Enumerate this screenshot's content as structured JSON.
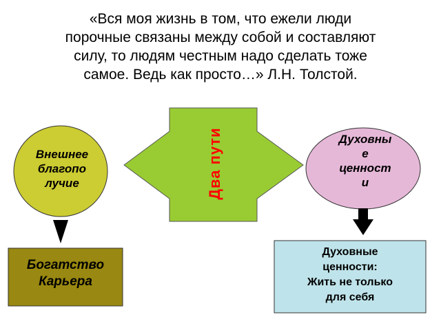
{
  "quote": "«Вся моя жизнь в том, что ежели люди\nпорочные связаны между собой и составляют\nсилу, то людям честным надо сделать тоже\nсамое. Ведь как просто…» Л.Н. Толстой.",
  "center_label": "Два пути",
  "left_circle": "Внешнее\nблагопо\nлучие",
  "right_circle": "Духовны\nе\nценност\nи",
  "left_box": "Богатство\nКарьера",
  "right_box": "Духовные\nценности:\nЖить не только\nдля себя",
  "colors": {
    "arrow_fill": "#99cc33",
    "left_circle_fill": "#cccc33",
    "right_circle_fill": "#e6b8d8",
    "left_box_fill": "#998811",
    "right_box_fill": "#bfe3ea",
    "center_label": "#ff0000"
  }
}
